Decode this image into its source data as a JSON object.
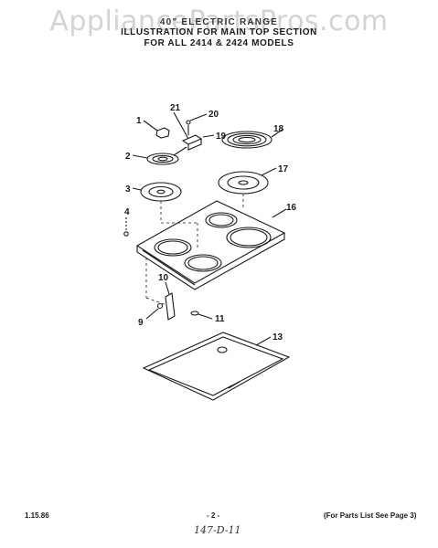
{
  "watermark": "AppliancePartsPros.com",
  "title": {
    "line1": "40\" ELECTRIC RANGE",
    "line2": "ILLUSTRATION FOR MAIN TOP SECTION",
    "line3": "FOR ALL 2414 & 2424 MODELS"
  },
  "callouts": {
    "c1": "1",
    "c2": "2",
    "c3": "3",
    "c4": "4",
    "c9": "9",
    "c10": "10",
    "c11": "11",
    "c13": "13",
    "c16": "16",
    "c17": "17",
    "c18": "18",
    "c19": "19",
    "c20": "20",
    "c21": "21"
  },
  "footer": {
    "date": "1.15.86",
    "page": "- 2 -",
    "note": "(For Parts List See Page 3)",
    "handwritten": "147-D-11"
  }
}
